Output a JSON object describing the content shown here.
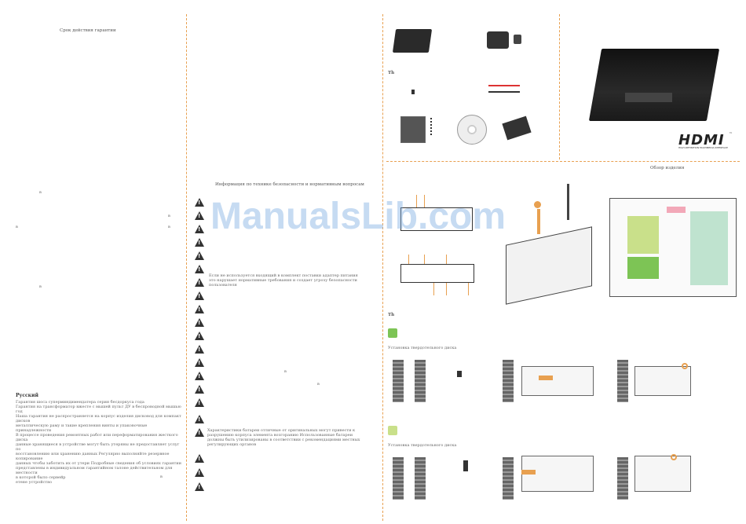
{
  "left": {
    "warranty_title": "Срок действия гарантии",
    "side_marks": [
      "в",
      "в",
      "в",
      "в",
      "в"
    ],
    "lang": "Русский",
    "warranty_paragraphs": [
      "Гарантия шоса суперминдимендатера серия                                бесдоркуса       года",
      "Гарантия на трансформатор  вжесте с мышей   пульт ДУ в беспроводной мышью     год",
      "Наша гарантия не распространяется на корпус изделия  дисковод для компакт  дисков",
      "металлическую раму и такие крепления  винты и упаковочные принадлежности",
      "В процессе проведения ремонтных работ или переформатирования жесткого диска",
      "данные  хранящиеся в устройстве  могут быть утеряны       не предоставляет услуг по",
      "восстановлению или хранению данных  Регулярно выполняйте резервное копирование",
      "данных  чтобы заботить их от утери  Подробные сведения об условиях гарантии",
      "представлены в индивидуальном гарантийном талоне  действительном для местности",
      "в которой было сервейр",
      "етене устройство"
    ],
    "bottom_mark": "в"
  },
  "middle": {
    "safety_title": "Информация по технике безопасности и нормативным вопросам",
    "adapter_note": [
      "Если не используется входящий в комплект поставки адаптер питания",
      "это нарушает нормативные требования и создает угрозу безопасности",
      "пользователя"
    ],
    "stray_marks": [
      "в",
      "в"
    ],
    "battery_note": [
      "Характеристики батареи отличные от оригинальных могут привести к",
      "разрушению корпуса элемента  возгоранию   Использованные батареи",
      "должны быть утилизированы в соответствии с рекомендациями местных",
      "регулирующих органов"
    ]
  },
  "watermark": "ManualsLib.com",
  "right": {
    "package_label": "Th",
    "brand": "HDMI",
    "brand_sub": "HIGH-DEFINITION MULTIMEDIA INTERFACE",
    "trademark": "™",
    "overview_title": "Обзор изделия",
    "install_label": "Th",
    "step1_title": "Установка твердотельного диска",
    "step2_title": "Установка твердотельного диска",
    "colors": {
      "orange": "#e8a050",
      "green": "#7dc455",
      "lightgreen": "#c9e08a",
      "pink": "#f2a8b8"
    }
  }
}
